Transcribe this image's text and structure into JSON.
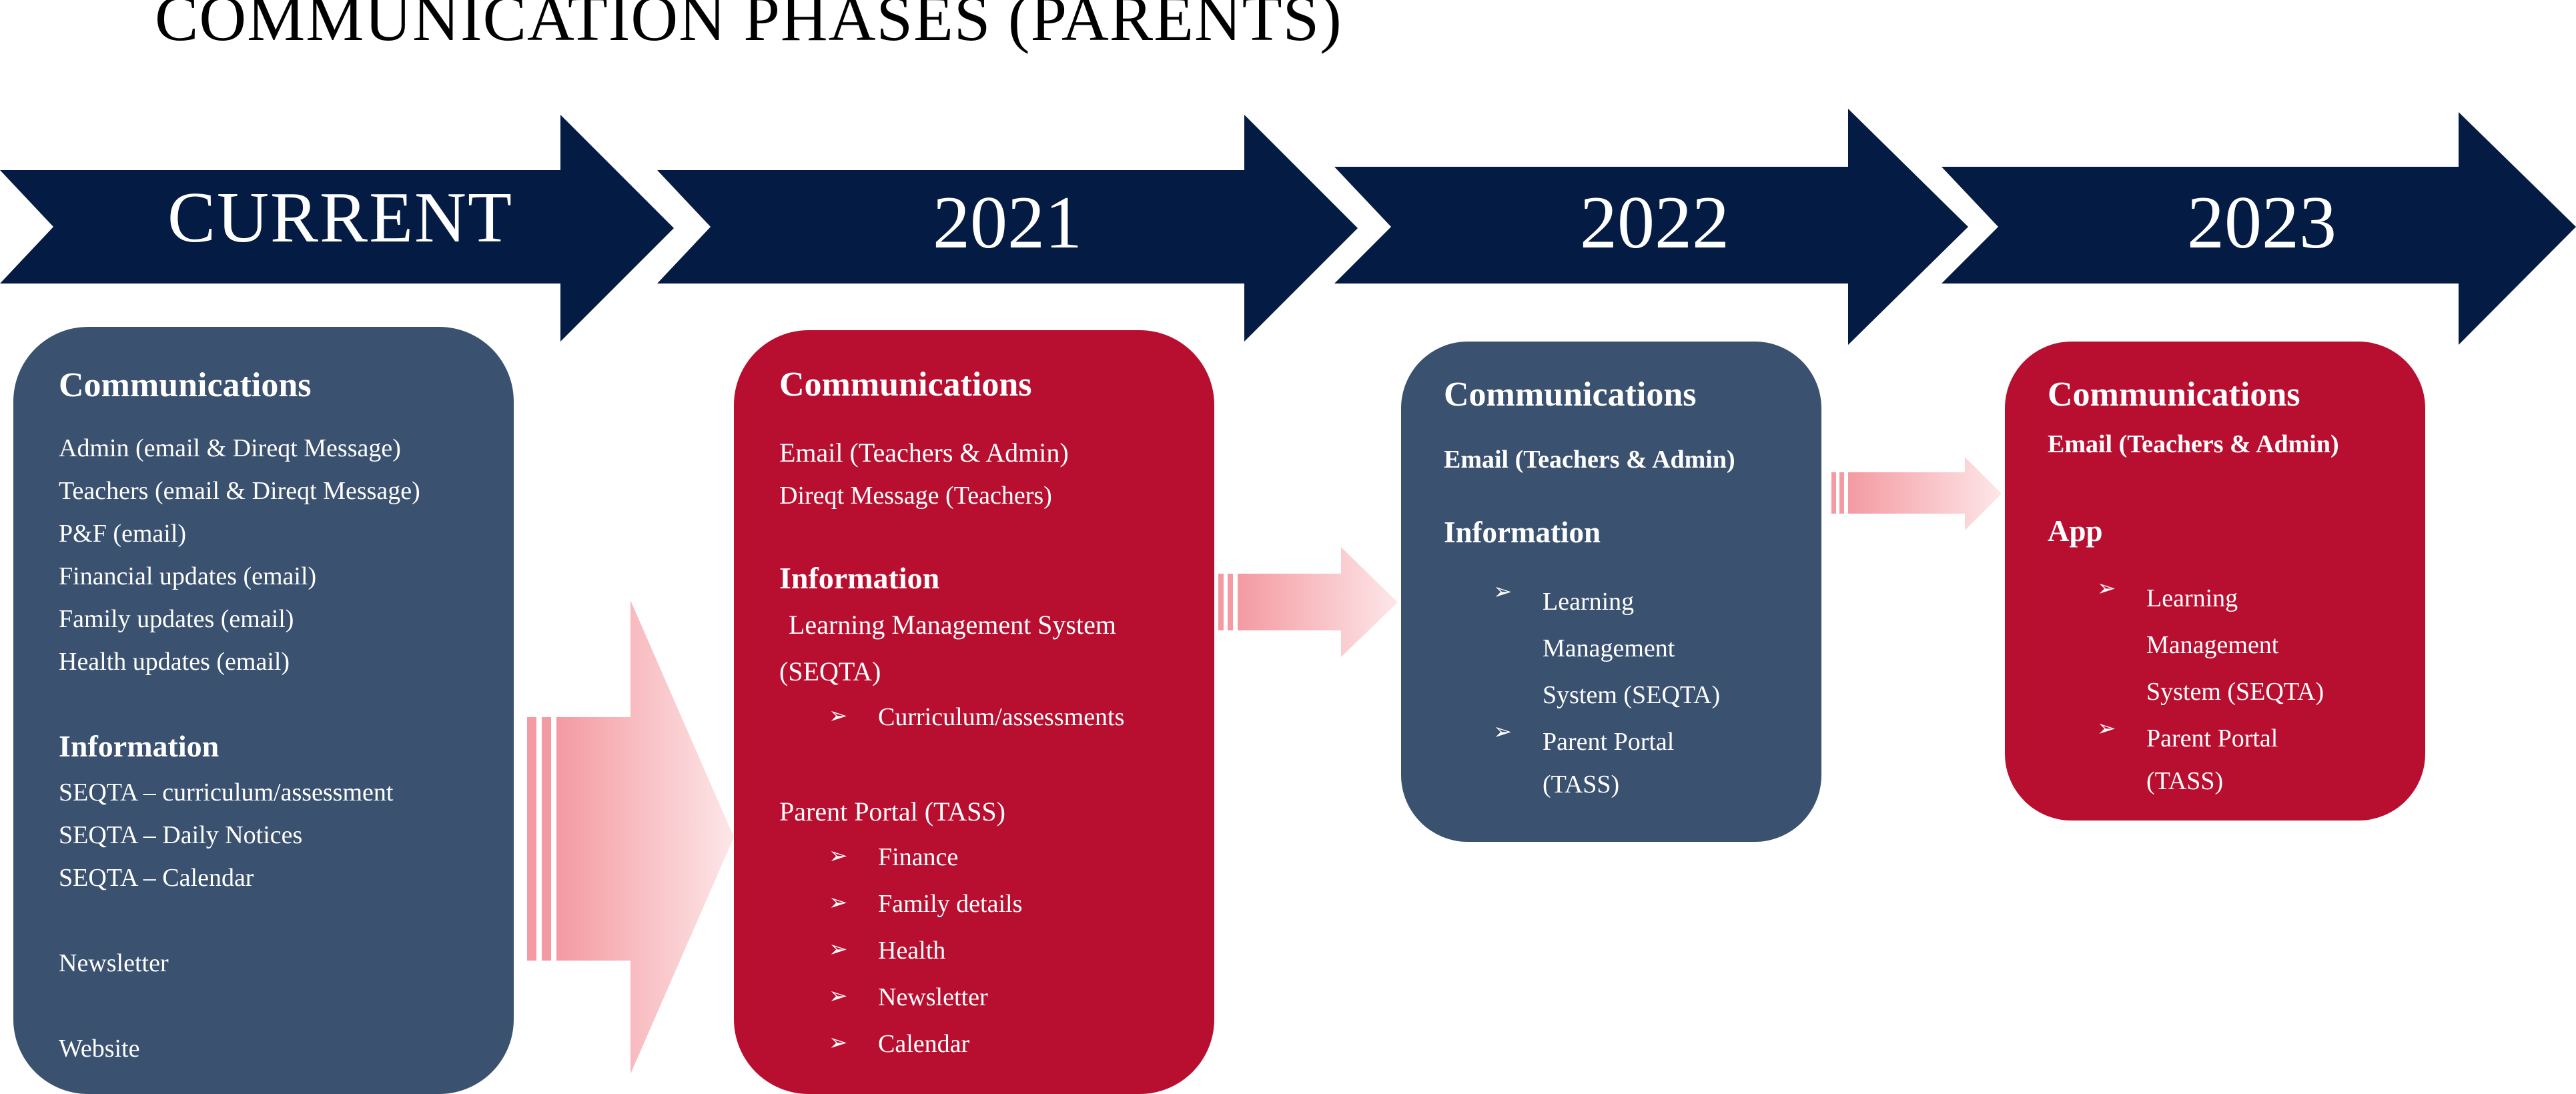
{
  "title": "COMMUNICATION PHASES (PARENTS)",
  "colors": {
    "arrow_navy": "#041c44",
    "card_slate": "#3a5170",
    "card_red": "#b80f30",
    "connector_pink": "#f49aa2"
  },
  "phases": [
    {
      "label": "CURRENT"
    },
    {
      "label": "2021"
    },
    {
      "label": "2022"
    },
    {
      "label": "2023"
    }
  ],
  "cards": {
    "current": {
      "communications_heading": "Communications",
      "communications_items": [
        "Admin (email & Direqt Message)",
        "Teachers (email & Direqt Message)",
        "P&F (email)",
        "Financial updates (email)",
        "Family updates (email)",
        "Health updates (email)"
      ],
      "information_heading": "Information",
      "information_items": [
        "SEQTA – curriculum/assessment",
        "SEQTA – Daily Notices",
        "SEQTA – Calendar"
      ],
      "newsletter": "Newsletter",
      "website": "Website"
    },
    "y2021": {
      "communications_heading": "Communications",
      "communications_items": [
        "Email (Teachers & Admin)",
        "Direqt Message (Teachers)"
      ],
      "information_heading": "Information",
      "lms_line1": "Learning Management System",
      "lms_line2": "(SEQTA)",
      "lms_bullets": [
        "Curriculum/assessments"
      ],
      "portal_heading": "Parent Portal (TASS)",
      "portal_bullets": [
        "Finance",
        "Family details",
        "Health",
        "Newsletter",
        "Calendar"
      ]
    },
    "y2022": {
      "communications_heading": "Communications",
      "communications_item": "Email (Teachers & Admin)",
      "information_heading": "Information",
      "bullets": [
        {
          "lines": [
            "Learning",
            "Management",
            "System (SEQTA)"
          ]
        },
        {
          "lines": [
            "Parent Portal",
            "(TASS)"
          ]
        }
      ]
    },
    "y2023": {
      "communications_heading": "Communications",
      "communications_item": "Email (Teachers & Admin)",
      "app_heading": "App",
      "bullets": [
        {
          "lines": [
            "Learning",
            "Management",
            "System (SEQTA)"
          ]
        },
        {
          "lines": [
            "Parent Portal",
            "(TASS)"
          ]
        }
      ]
    }
  },
  "bullet_marker": "➢"
}
